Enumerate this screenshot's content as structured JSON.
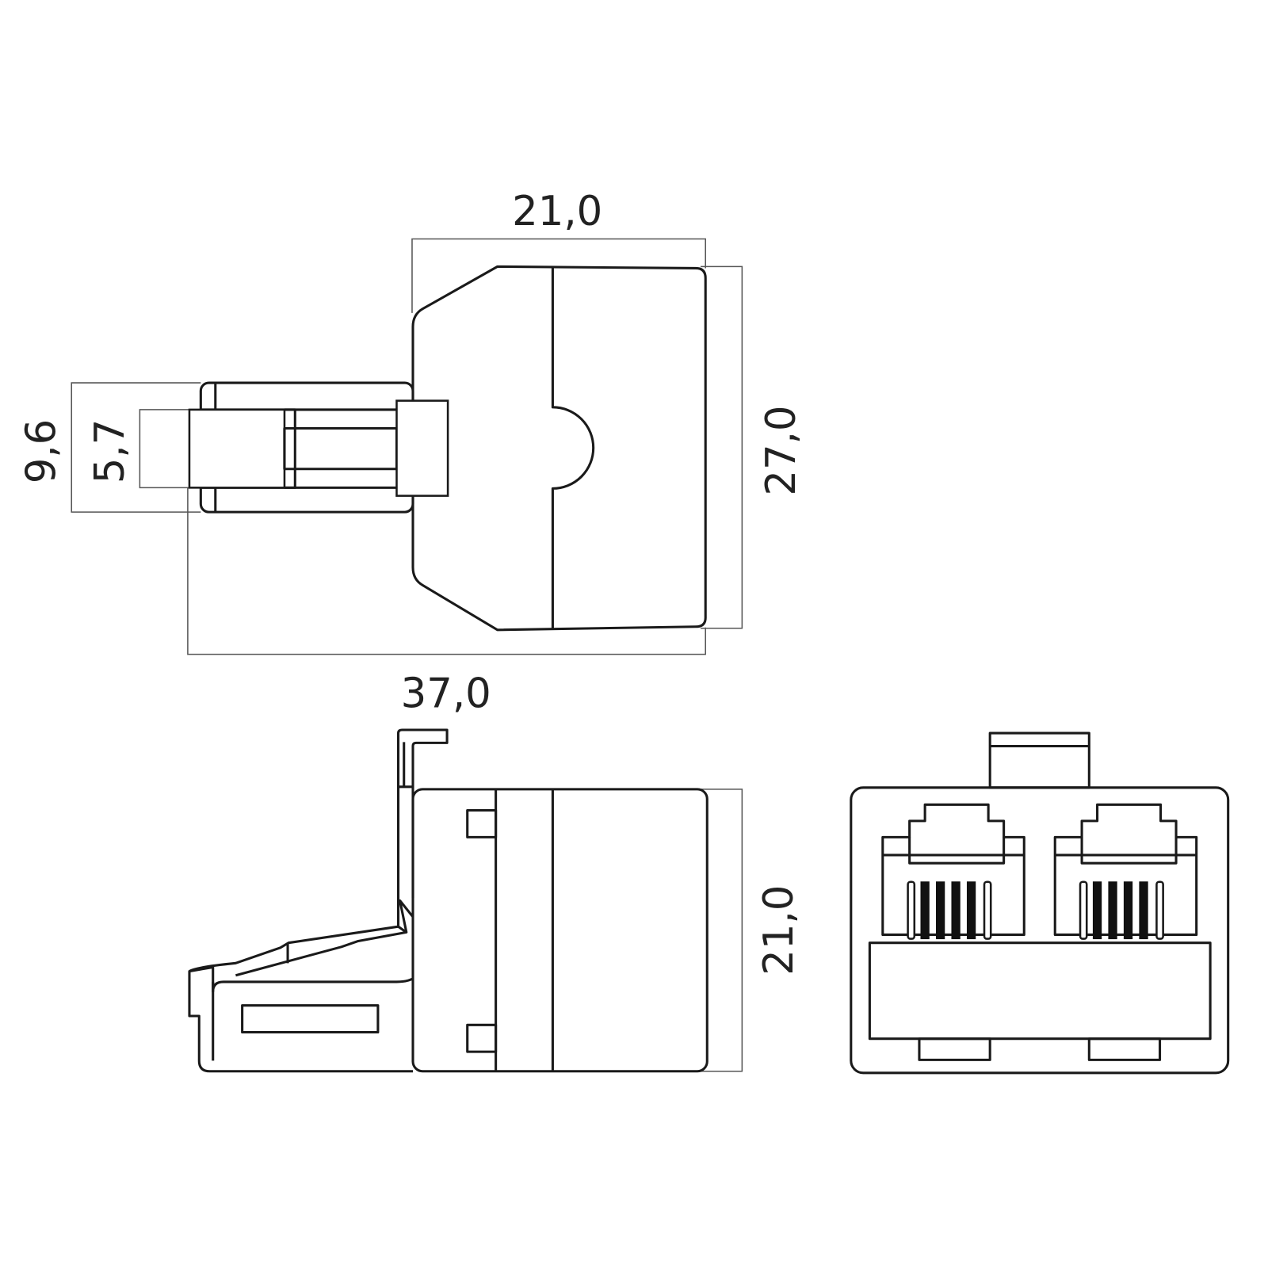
{
  "title": "RJ modular T-adapter dimension drawing",
  "dimensions": {
    "top_width": "21,0",
    "top_height": "27,0",
    "plug_outer": "9,6",
    "plug_inner": "5,7",
    "overall_length": "37,0",
    "side_height": "21,0"
  },
  "colors": {
    "line": "#1a1a1a",
    "dim_line": "#555555",
    "background": "#ffffff"
  }
}
